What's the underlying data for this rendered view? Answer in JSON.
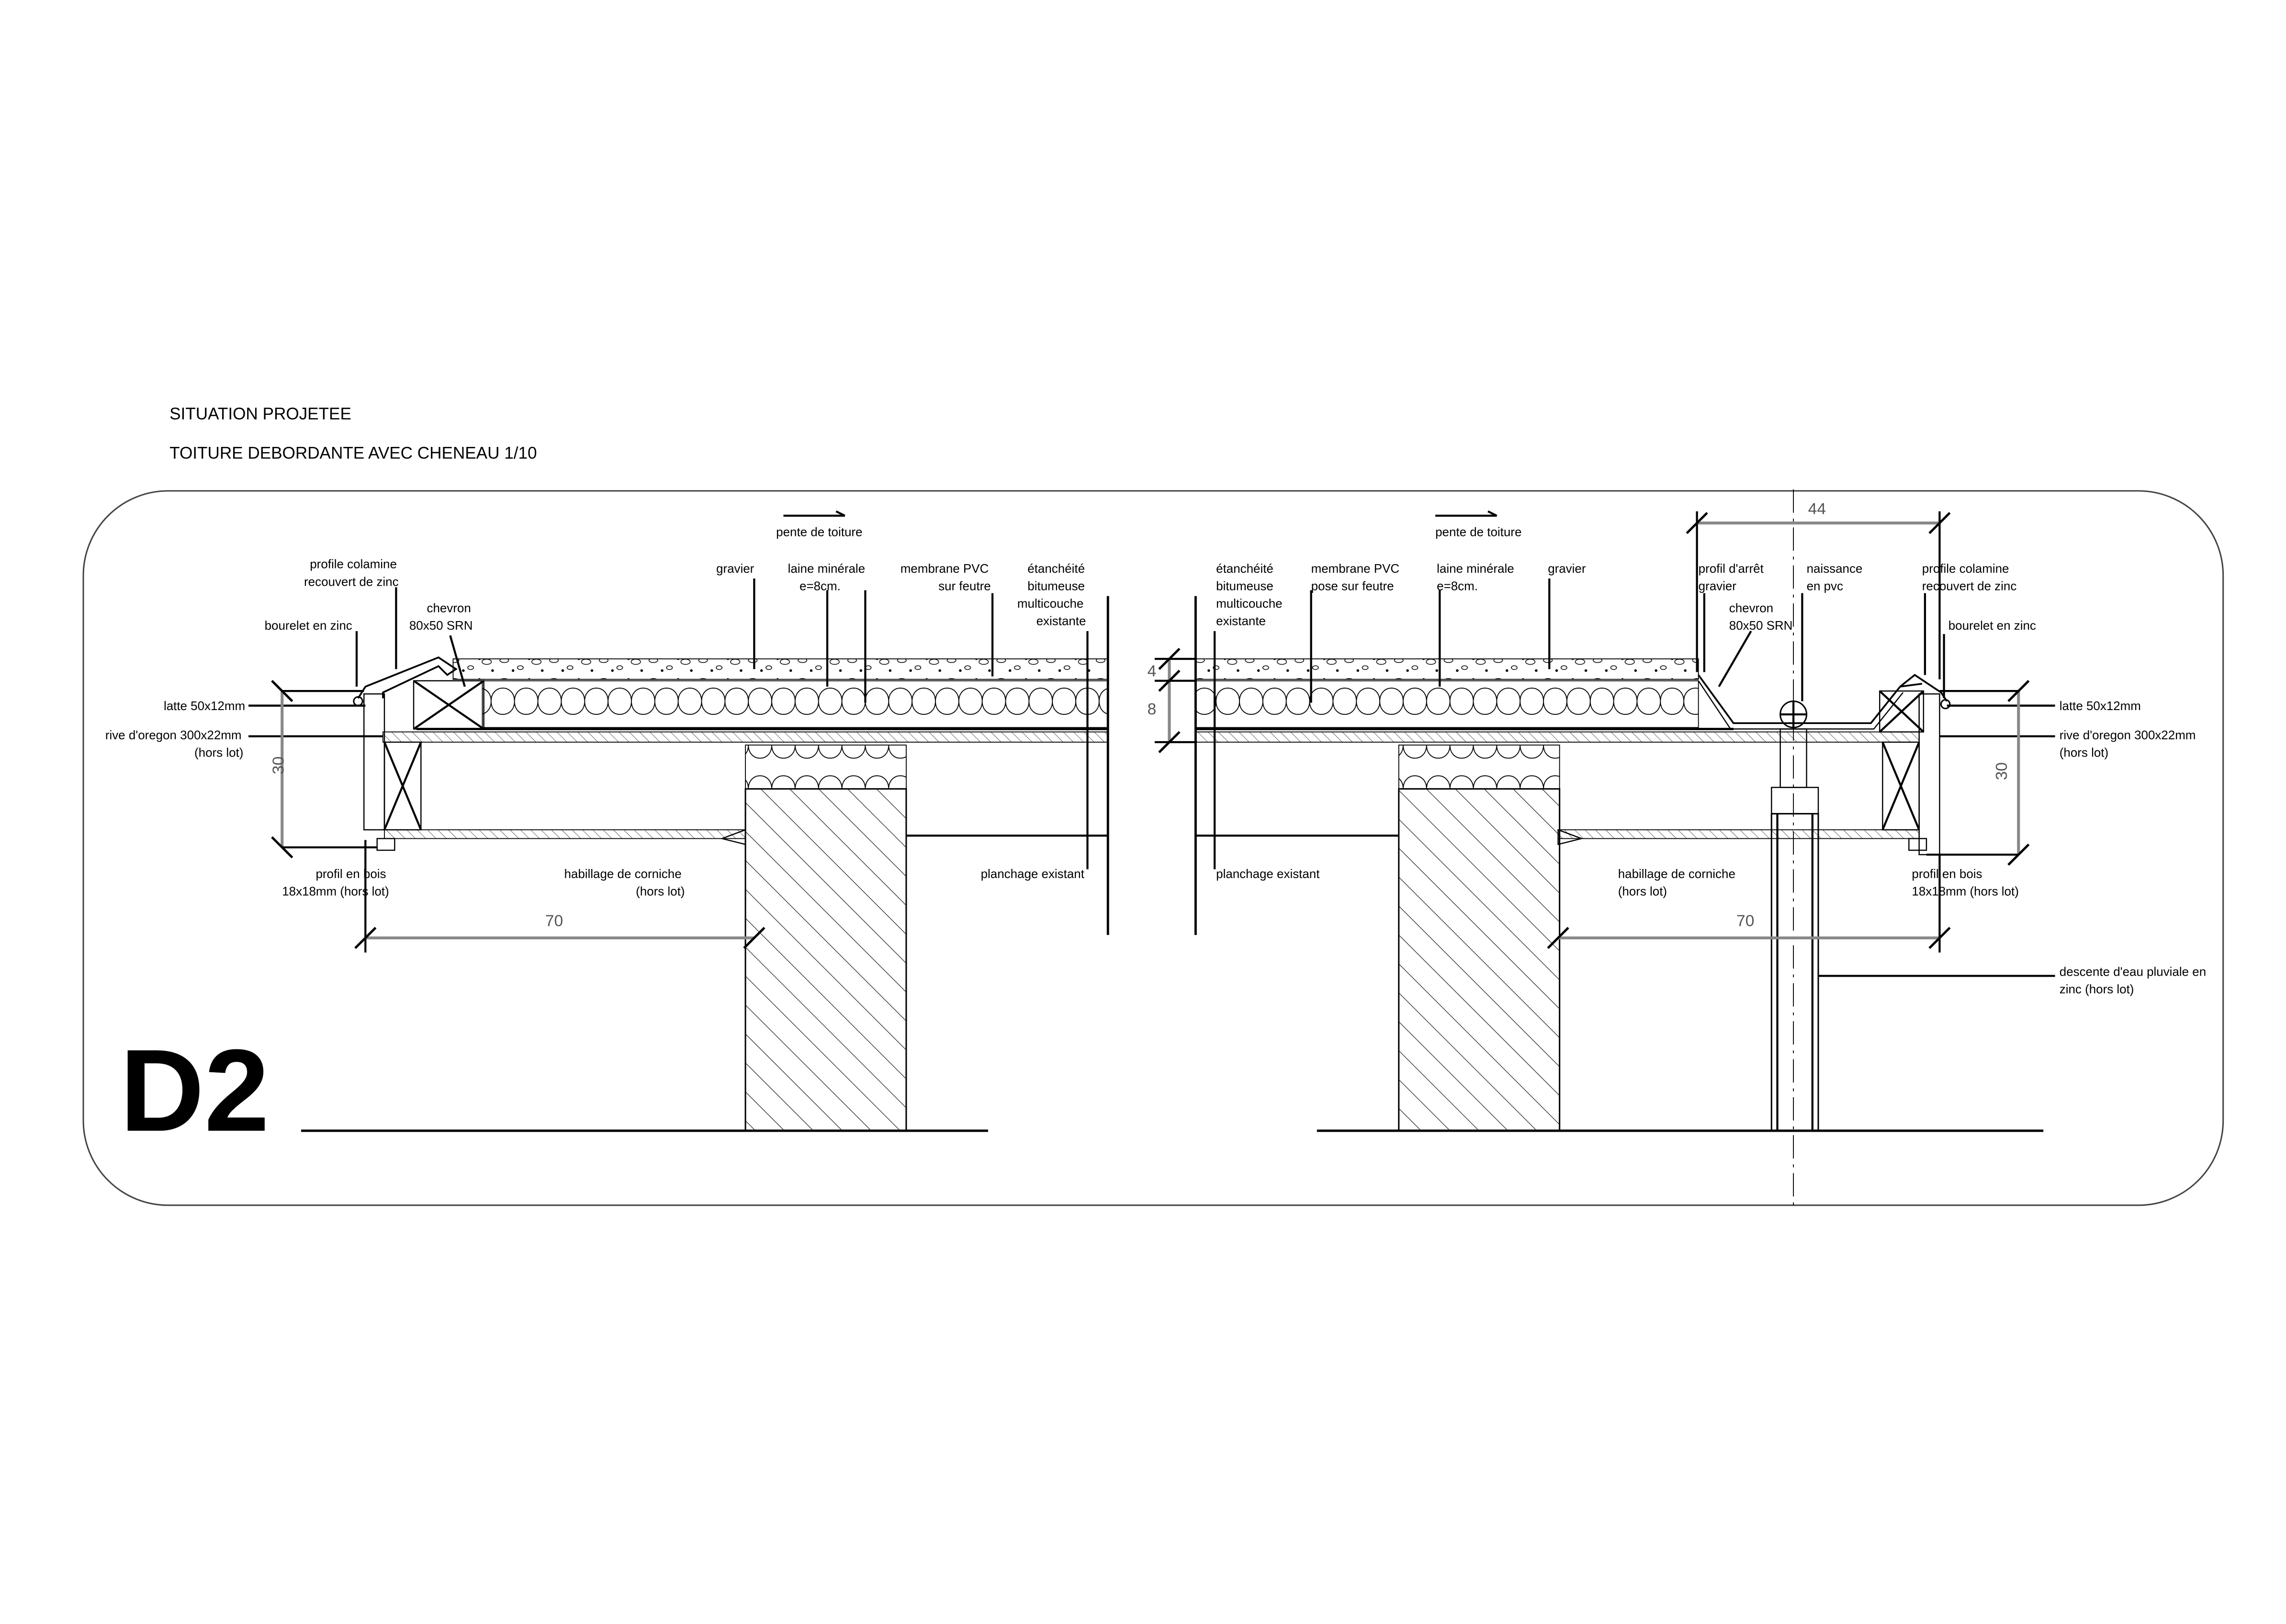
{
  "header": {
    "situation": "SITUATION PROJETEE",
    "title": "TOITURE DEBORDANTE AVEC CHENEAU 1/10"
  },
  "detail_id": "D2",
  "left": {
    "pente": "pente de toiture",
    "gravier": "gravier",
    "laine": [
      "laine minérale",
      "e=8cm."
    ],
    "membrane": [
      "membrane PVC",
      "sur feutre"
    ],
    "etancheite": [
      "étanchéité",
      "bitumeuse",
      "multicouche",
      "existante"
    ],
    "profile_colamine": [
      "profile colamine",
      "recouvert de zinc"
    ],
    "chevron": [
      "chevron",
      "80x50 SRN"
    ],
    "bourelet": "bourelet en zinc",
    "latte": "latte 50x12mm",
    "rive": [
      "rive d'oregon 300x22mm",
      "(hors lot)"
    ],
    "profil_bois": [
      "profil en bois",
      "18x18mm (hors lot)"
    ],
    "habillage": [
      "habillage de corniche",
      "(hors lot)"
    ],
    "planchage": "planchage existant",
    "dim_30": "30",
    "dim_70": "70"
  },
  "right": {
    "pente": "pente de toiture",
    "etancheite": [
      "étanchéité",
      "bitumeuse",
      "multicouche",
      "existante"
    ],
    "membrane": [
      "membrane PVC",
      "pose sur feutre"
    ],
    "laine": [
      "laine minérale",
      "e=8cm."
    ],
    "gravier": "gravier",
    "profil_arret": [
      "profil d'arrêt",
      "gravier"
    ],
    "chevron": [
      "chevron",
      "80x50 SRN"
    ],
    "naissance": [
      "naissance",
      "en pvc"
    ],
    "profile_colamine": [
      "profile colamine",
      "recouvert de zinc"
    ],
    "bourelet": "bourelet en zinc",
    "latte": "latte 50x12mm",
    "rive": [
      "rive d'oregon 300x22mm",
      "(hors lot)"
    ],
    "planchage": "planchage existant",
    "habillage": [
      "habillage de corniche",
      "(hors lot)"
    ],
    "profil_bois": [
      "profil en bois",
      "18x18mm (hors lot)"
    ],
    "descente": [
      "descente d'eau pluviale en",
      "zinc (hors lot)"
    ],
    "dim_44": "44",
    "dim_4": "4",
    "dim_8": "8",
    "dim_30": "30",
    "dim_70": "70"
  }
}
